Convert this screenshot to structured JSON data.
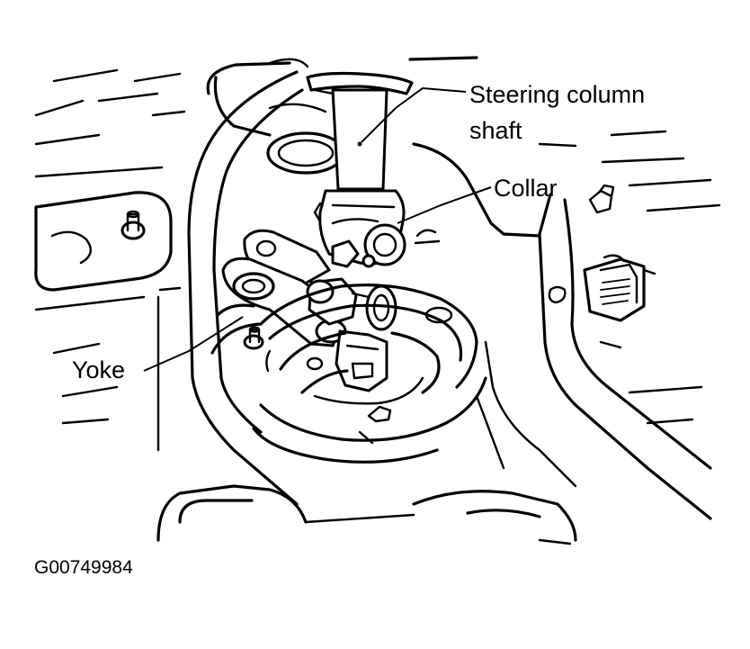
{
  "labels": {
    "steering_column_shaft_line1": "Steering column",
    "steering_column_shaft_line2": "shaft",
    "collar": "Collar",
    "yoke": "Yoke"
  },
  "figure_id": "G00749984",
  "colors": {
    "ink": "#000000",
    "paper": "#ffffff"
  }
}
